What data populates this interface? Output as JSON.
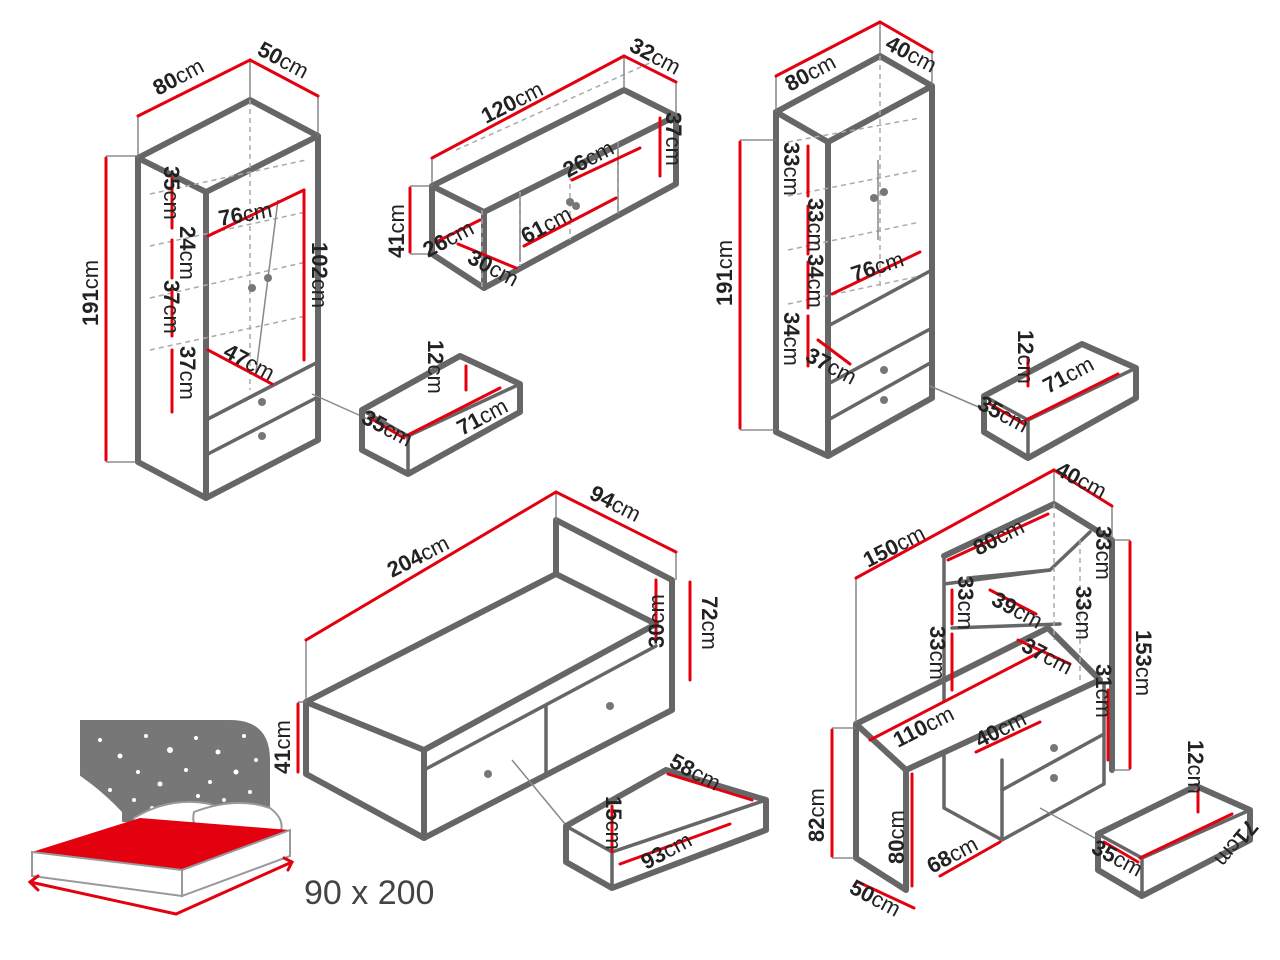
{
  "wardrobe_1": {
    "width": "80",
    "depth": "50",
    "height": "191",
    "shelf_1": "35",
    "shelf_2": "24",
    "shelf_3": "37",
    "shelf_4": "37",
    "inner_width": "76",
    "inner_height": "102",
    "inner_depth": "47",
    "drawer_height": "12",
    "drawer_depth": "35",
    "drawer_width": "71"
  },
  "hanging_cabinet": {
    "width": "120",
    "depth": "32",
    "height": "41",
    "inner_height": "37",
    "shelf_depth": "26",
    "inner_width": "61",
    "compartment_height": "26",
    "side_depth": "30"
  },
  "bookcase": {
    "width": "80",
    "depth": "40",
    "height": "191",
    "shelf_1": "33",
    "shelf_2": "33",
    "shelf_3": "34",
    "shelf_4": "34",
    "inner_width": "76",
    "inner_depth": "37",
    "drawer_height": "12",
    "drawer_width": "71",
    "drawer_depth": "35"
  },
  "bed": {
    "length": "204",
    "width": "94",
    "height": "41",
    "headboard_height": "72",
    "headboard_inner": "30",
    "drawer_width": "58",
    "drawer_height": "15",
    "drawer_length": "93"
  },
  "desk": {
    "width": "150",
    "depth": "40",
    "shelf_width": "80",
    "height": "153",
    "upper_1": "33",
    "upper_2": "33",
    "upper_3": "33",
    "upper_4": "33",
    "side_31": "31",
    "shelf_39": "39",
    "shelf_37": "37",
    "top_length": "110",
    "cabinet_width": "40",
    "desk_height": "82",
    "leg_height": "80",
    "base_depth": "50",
    "base_width": "68",
    "drawer_height": "12",
    "drawer_depth": "35",
    "drawer_width": "71"
  },
  "units": {
    "cm": "cm"
  },
  "mattress": {
    "size": "90 x 200"
  },
  "colors": {
    "accent": "#e3000f",
    "outline": "#666666",
    "night": "#777777"
  }
}
